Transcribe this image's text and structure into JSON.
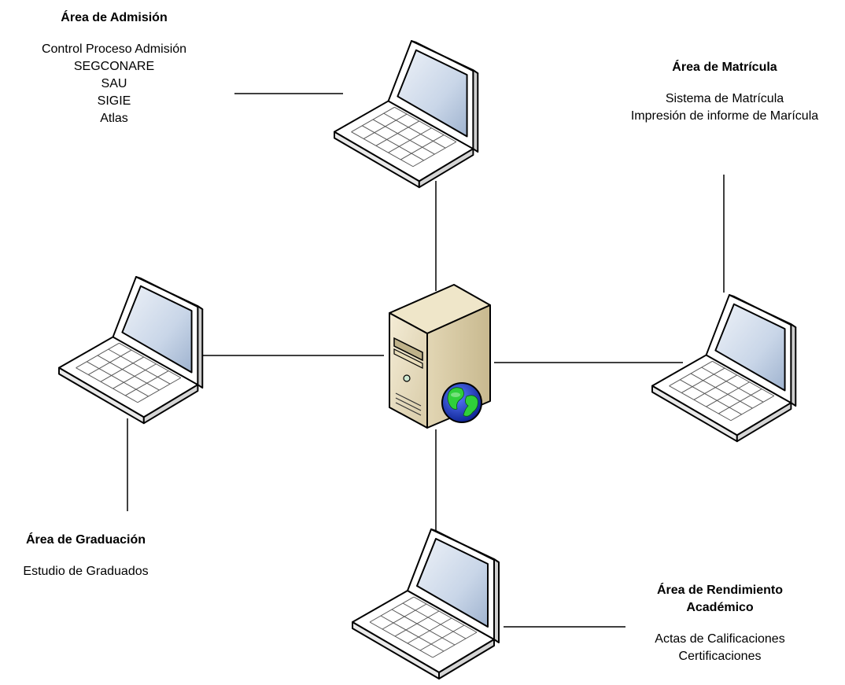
{
  "areas": {
    "admision": {
      "title": "Área de Admisión",
      "systems": [
        "Control Proceso Admisión",
        "SEGCONARE",
        "SAU",
        "SIGIE",
        "Atlas"
      ]
    },
    "matricula": {
      "title": "Área de Matrícula",
      "systems": [
        "Sistema de Matrícula",
        "Impresión de informe de Marícula"
      ]
    },
    "graduacion": {
      "title": "Área de Graduación",
      "systems": [
        "Estudio de Graduados"
      ]
    },
    "rendimiento": {
      "title_line1": "Área de Rendimiento",
      "title_line2": "Académico",
      "systems": [
        "Actas de Calificaciones",
        "Certificaciones"
      ]
    }
  },
  "icons": {
    "server": "web-server-icon",
    "client": "laptop-icon"
  }
}
